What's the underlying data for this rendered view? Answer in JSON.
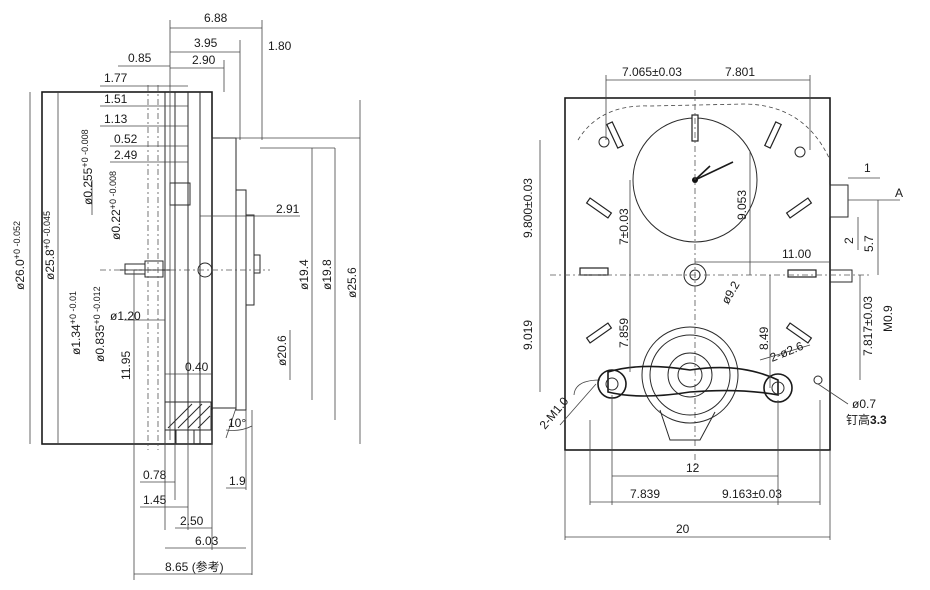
{
  "side_view": {
    "top_dims": [
      "6.88",
      "3.95",
      "1.80",
      "0.85",
      "2.90",
      "1.77",
      "1.51",
      "1.13",
      "0.52",
      "2.49",
      "2.91"
    ],
    "diameters": [
      {
        "base": "ø0.255",
        "tol": "+0 -0.008"
      },
      {
        "base": "ø0.22",
        "tol": "+0 -0.008"
      },
      {
        "base": "ø26.0",
        "tol": "+0 -0.052"
      },
      {
        "base": "ø25.8",
        "tol": "+0 -0.045"
      },
      {
        "base": "ø1.34",
        "tol": "+0 -0.01"
      },
      {
        "base": "ø0.835",
        "tol": "+0 -0.012"
      }
    ],
    "right_diams": [
      "ø19.4",
      "ø19.8",
      "ø25.6",
      "ø20.6"
    ],
    "mid_dims": [
      "ø1.20",
      "11.95",
      "0.40",
      "10°"
    ],
    "bottom_dims": [
      "0.78",
      "1.45",
      "2.50",
      "6.03",
      "1.9"
    ],
    "total": "8.65 (参考)"
  },
  "front_view": {
    "top_dims": [
      "7.065±0.03",
      "7.801"
    ],
    "left_dims": [
      "9.800±0.03",
      "7±0.03",
      "9.019",
      "7.859"
    ],
    "mid_dims": [
      "9.053",
      "11.00",
      "ø9.2",
      "8.49",
      "2-ø2.6"
    ],
    "right_dims": [
      "1",
      "A",
      "2",
      "5.7",
      "7.817±0.03",
      "M0.9"
    ],
    "notes": [
      "2-M1.0",
      "ø0.7",
      "钉高",
      "3.3"
    ],
    "bottom_dims": [
      "12",
      "7.839",
      "9.163±0.03",
      "20"
    ]
  }
}
